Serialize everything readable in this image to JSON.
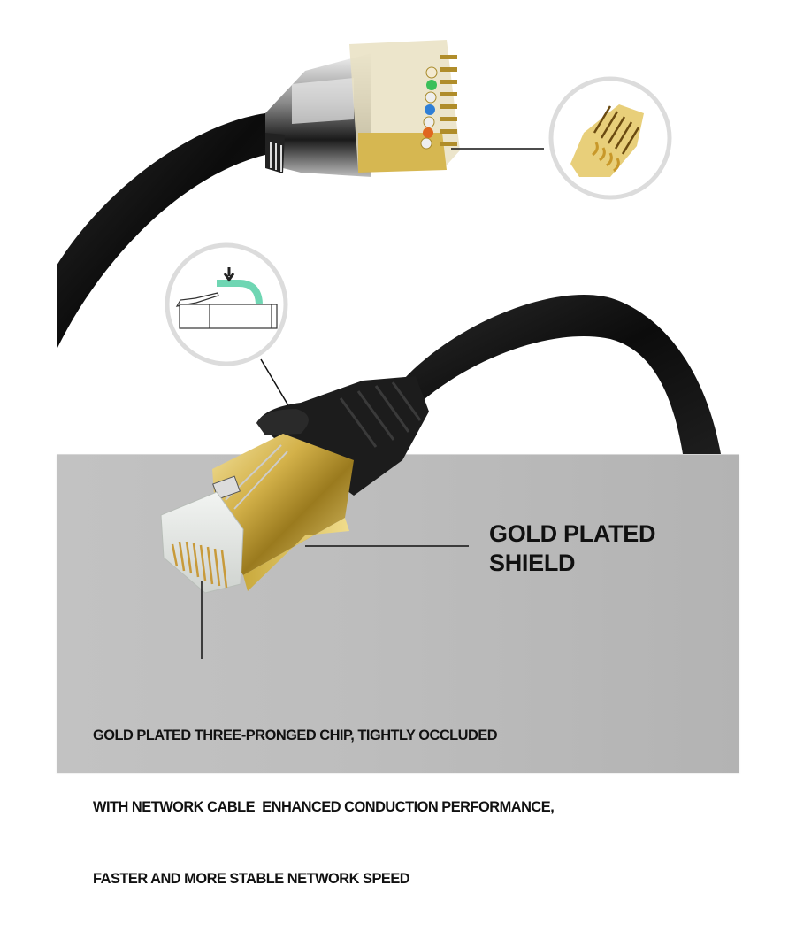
{
  "callouts": {
    "shield": {
      "line1": "GOLD PLATED",
      "line2": "SHIELD"
    },
    "chip": {
      "lines": [
        "GOLD PLATED THREE-PRONGED CHIP, TIGHTLY OCCLUDED",
        "WITH NETWORK CABLE  ENHANCED CONDUCTION PERFORMANCE,",
        "FASTER AND MORE STABLE NETWORK SPEED"
      ]
    }
  },
  "insets": {
    "gold_pins_circle": {
      "icon": "gold-contact-pins"
    },
    "latch_circle": {
      "icon": "snagless-latch-press-arrow"
    }
  },
  "colors": {
    "panel_gray": "#bdbdbd",
    "gold": "#d8b84a",
    "cable_black": "#111111",
    "latch_teal": "#6fd6b3",
    "circle_ring": "#dcdcdc",
    "text": "#111111"
  }
}
